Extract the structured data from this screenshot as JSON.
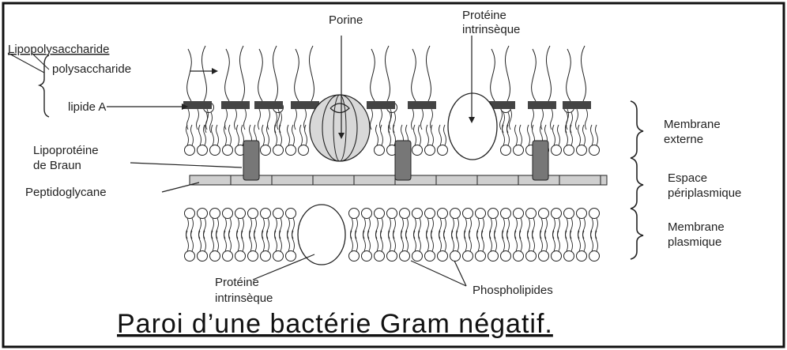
{
  "labels": {
    "lipopolysaccharide": "Lipopolysaccharide",
    "polysaccharide": "polysaccharide",
    "lipide_a": "lipide A",
    "lipoproteine_1": "Lipoprotéine",
    "lipoproteine_2": "de Braun",
    "peptidoglycane": "Peptidoglycane",
    "porine": "Porine",
    "proteine_top_1": "Protéine",
    "proteine_top_2": "intrinsèque",
    "proteine_bottom_1": "Protéine",
    "proteine_bottom_2": "intrinsèque",
    "phospholipides": "Phospholipides",
    "membrane_externe_1": "Membrane",
    "membrane_externe_2": "externe",
    "espace_1": "Espace",
    "espace_2": "périplasmique",
    "membrane_plasmique_1": "Membrane",
    "membrane_plasmique_2": "plasmique"
  },
  "title": "Paroi d’une bactérie Gram négatif.",
  "colors": {
    "lipid_a": "#444444",
    "protein_fill": "#ffffff",
    "porin_fill": "#d8d8d8",
    "lipoprotein_fill": "#777777",
    "peptidoglycan_fill": "#cfcfcf",
    "line": "#222222"
  }
}
